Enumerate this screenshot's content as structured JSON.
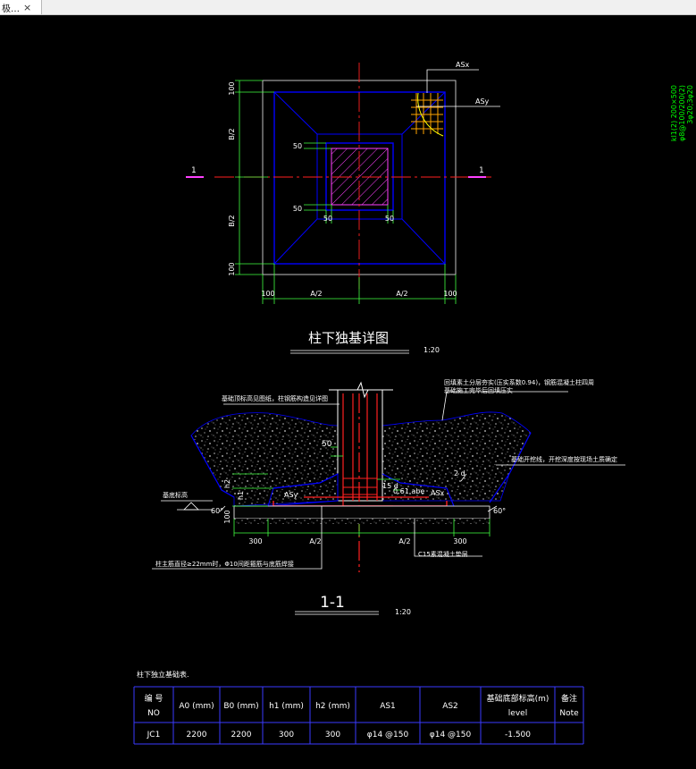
{
  "tab": {
    "label": "极…",
    "close_glyph": "×"
  },
  "plan": {
    "title": "柱下独基详图",
    "scale": "1:20",
    "asx": "ASx",
    "asy": "ASy",
    "dim_100": "100",
    "dim_b2": "B/2",
    "dim_a2": "A/2",
    "dim_50": "50",
    "section_mark": "1"
  },
  "side_note": {
    "line1": "kl1(2) 200×500",
    "line2": "φ8@100/200(2)",
    "line3": "3φ20;3φ20"
  },
  "section": {
    "title": "1-1",
    "scale": "1:20",
    "note_backfill_1": "回填素土分层夯实(压实系数0.94)，钢筋混凝土柱四周",
    "note_backfill_2": "基础施工完毕后回填压实",
    "note_top": "基础顶标高见图纸，柱钢筋构造见详图",
    "note_right": "基础开挖线，开挖深度按现场土质确定",
    "note_base": "基底标高",
    "note_column_bar": "柱主筋直径≥22mm时，Φ10间距箍筋与底筋焊接",
    "note_cushion": "C15素混凝土垫层",
    "dim_50": "50",
    "dim_h2": "h2",
    "dim_h1": "h1",
    "dim_100": "100",
    "dim_300": "300",
    "dim_a2": "A/2",
    "dim_2d": "2 d",
    "dim_15d": "15 d",
    "dim_061abe": "0.61 abe",
    "asy": "ASy",
    "asx": "ASx",
    "angle": "60°"
  },
  "table": {
    "caption": "柱下独立基础表.",
    "headers": [
      [
        "编  号",
        "NO"
      ],
      [
        "A0 (mm)"
      ],
      [
        "B0 (mm)"
      ],
      [
        "h1  (mm)"
      ],
      [
        "h2  (mm)"
      ],
      [
        "AS1"
      ],
      [
        "AS2"
      ],
      [
        "基础底部标高(m)",
        "level"
      ],
      [
        "备注",
        "Note"
      ]
    ],
    "rows": [
      [
        "JC1",
        "2200",
        "2200",
        "300",
        "300",
        "φ14 @150",
        "φ14 @150",
        "-1.500",
        ""
      ]
    ]
  },
  "colors": {
    "concrete": "#0000ff",
    "rebar": "#ff2020",
    "annotation": "#00ff00",
    "text": "#ffffff",
    "hatch": "#ff40ff",
    "leader": "#ffffff",
    "section_mark": "#ff40ff",
    "dim": "#40ff40",
    "table_border": "#3a3aff"
  }
}
